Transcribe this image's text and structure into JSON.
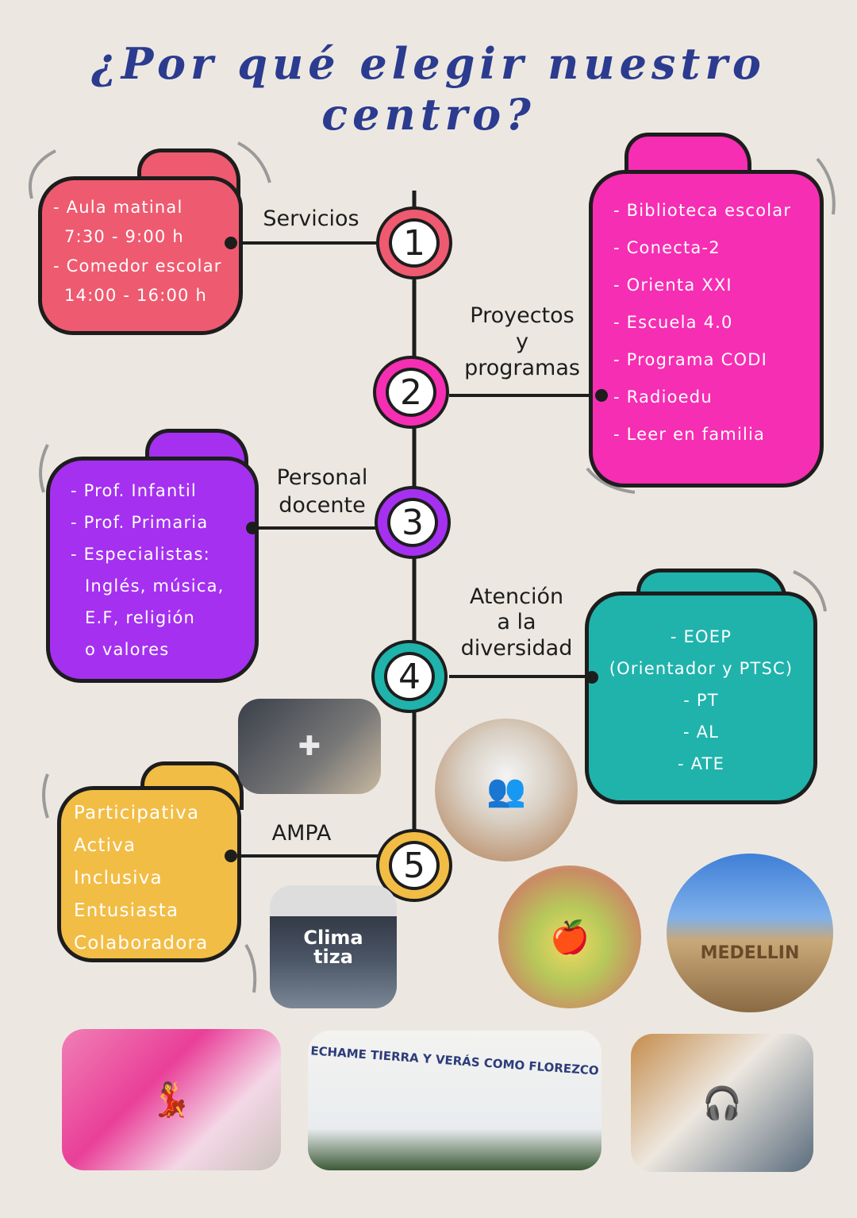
{
  "title": "¿Por qué elegir nuestro centro?",
  "colors": {
    "title": "#2b3b8f",
    "servicios": "#ee5a6f",
    "proyectos": "#f62eb3",
    "personal": "#a530f0",
    "atencion": "#1fb3ac",
    "ampa": "#f2bd45",
    "line": "#1d1d1d"
  },
  "sections": {
    "servicios": {
      "number": "1",
      "label": "Servicios",
      "items": [
        "- Aula matinal",
        "7:30 - 9:00 h",
        "- Comedor escolar",
        "14:00 - 16:00 h"
      ]
    },
    "proyectos": {
      "number": "2",
      "label_lines": [
        "Proyectos",
        "y",
        "programas"
      ],
      "items": [
        "- Biblioteca escolar",
        "- Conecta-2",
        "- Orienta XXI",
        "- Escuela 4.0",
        "- Programa CODI",
        "- Radioedu",
        "- Leer en familia"
      ]
    },
    "personal": {
      "number": "3",
      "label_lines": [
        "Personal",
        "docente"
      ],
      "items": [
        "- Prof. Infantil",
        "- Prof. Primaria",
        "- Especialistas:",
        "Inglés, música,",
        "E.F, religión",
        "o valores"
      ]
    },
    "atencion": {
      "number": "4",
      "label_lines": [
        "Atención",
        "a la",
        "diversidad"
      ],
      "items": [
        "- EOEP",
        "(Orientador y PTSC)",
        "- PT",
        "- AL",
        "- ATE"
      ]
    },
    "ampa": {
      "number": "5",
      "label": "AMPA",
      "items": [
        "Participativa",
        "Activa",
        "Inclusiva",
        "Entusiasta",
        "Colaboradora"
      ]
    }
  },
  "photos": {
    "bag": {
      "icon": "photo-bag-icon"
    },
    "class": {
      "icon": "photo-class-icon"
    },
    "clima": {
      "sign": "Clima tiza"
    },
    "fruit": {
      "icon": "photo-fruit-icon"
    },
    "medellin": {
      "sign": "MEDELLIN"
    },
    "dancers": {
      "icon": "photo-dancers-icon"
    },
    "mural": {
      "sign": "ECHAME TIERRA Y VERÁS COMO FLOREZCO"
    },
    "radio": {
      "icon": "photo-radio-icon"
    }
  }
}
